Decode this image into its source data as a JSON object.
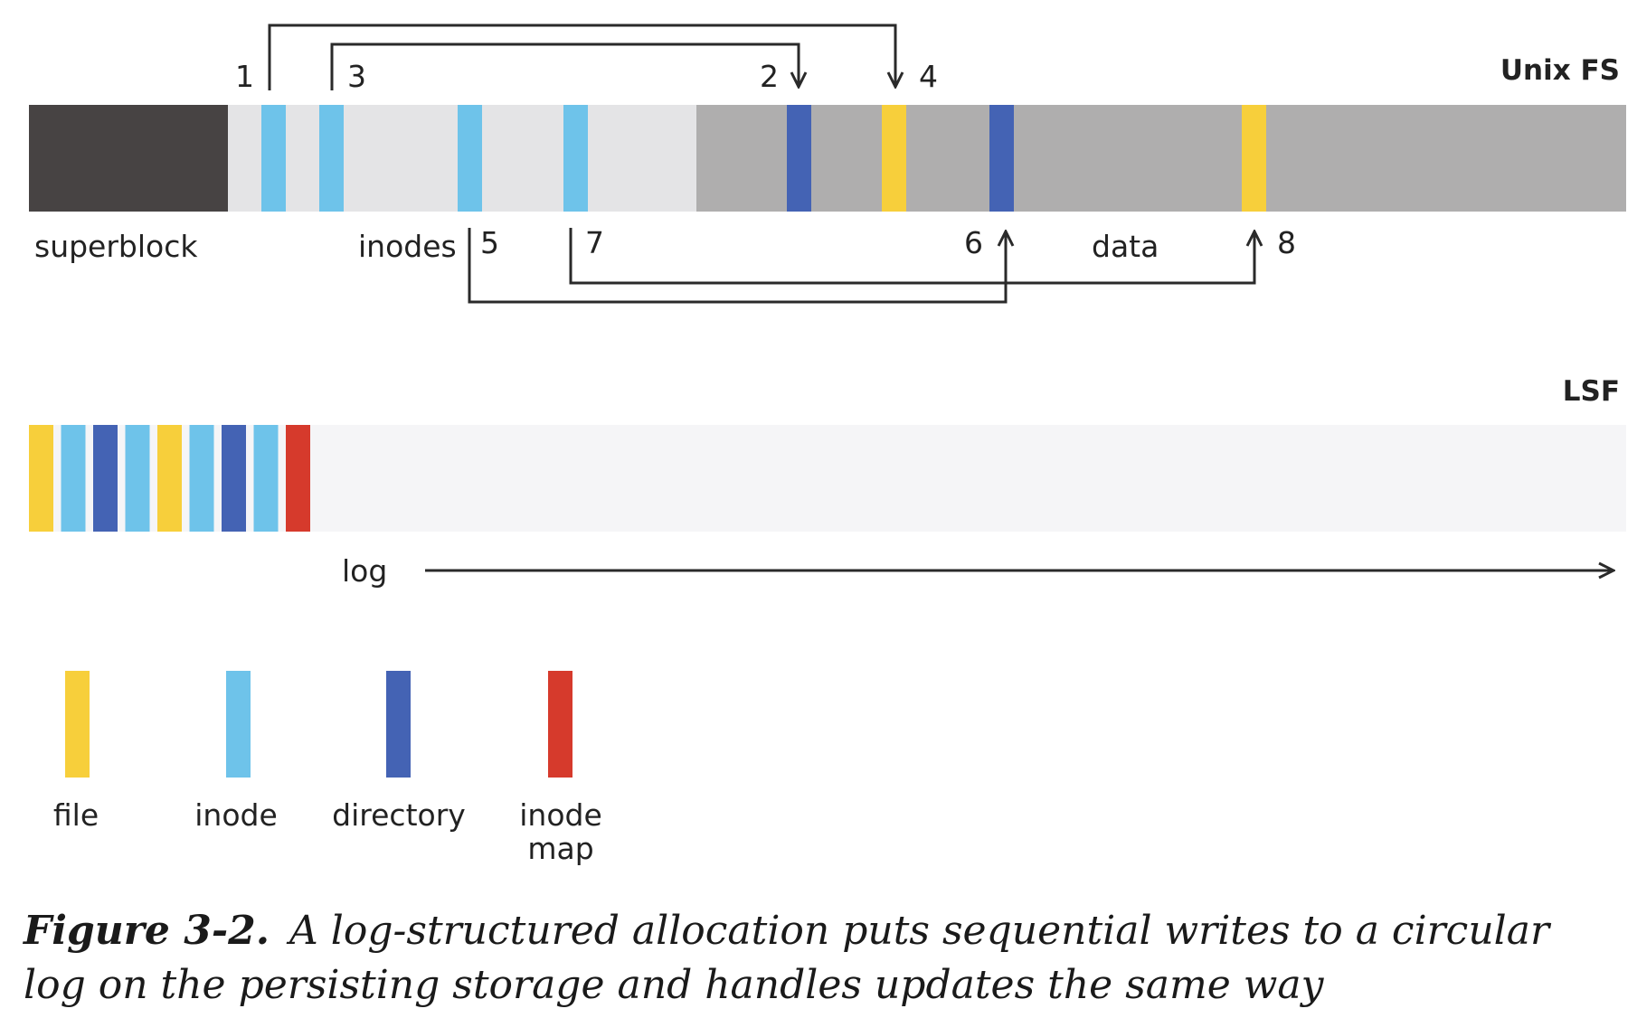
{
  "unix_fs": {
    "title": "Unix FS",
    "regions": {
      "superblock": "superblock",
      "inodes": "inodes",
      "data": "data"
    },
    "steps": [
      "1",
      "2",
      "3",
      "4",
      "5",
      "6",
      "7",
      "8"
    ]
  },
  "lsf": {
    "title": "LSF",
    "log_label": "log",
    "log_sequence": [
      "file",
      "inode",
      "directory",
      "inode",
      "file",
      "inode",
      "directory",
      "inode",
      "inode-map"
    ]
  },
  "legend": {
    "file": "file",
    "inode": "inode",
    "directory": "directory",
    "inode_map_line1": "inode",
    "inode_map_line2": "map"
  },
  "colors": {
    "superblock": "#474343",
    "inode_region": "#e4e4e6",
    "data_region": "#afaeae",
    "log_region": "#f5f5f7",
    "file": "#f7cf3b",
    "inode": "#6ec3ea",
    "directory": "#4463b4",
    "inode_map": "#d63a2c",
    "line": "#2a2a2a"
  },
  "caption": {
    "figure_number": "Figure 3-2.",
    "text": "A log-structured allocation puts sequential writes to a circular log on the persisting storage and handles updates the same way"
  }
}
